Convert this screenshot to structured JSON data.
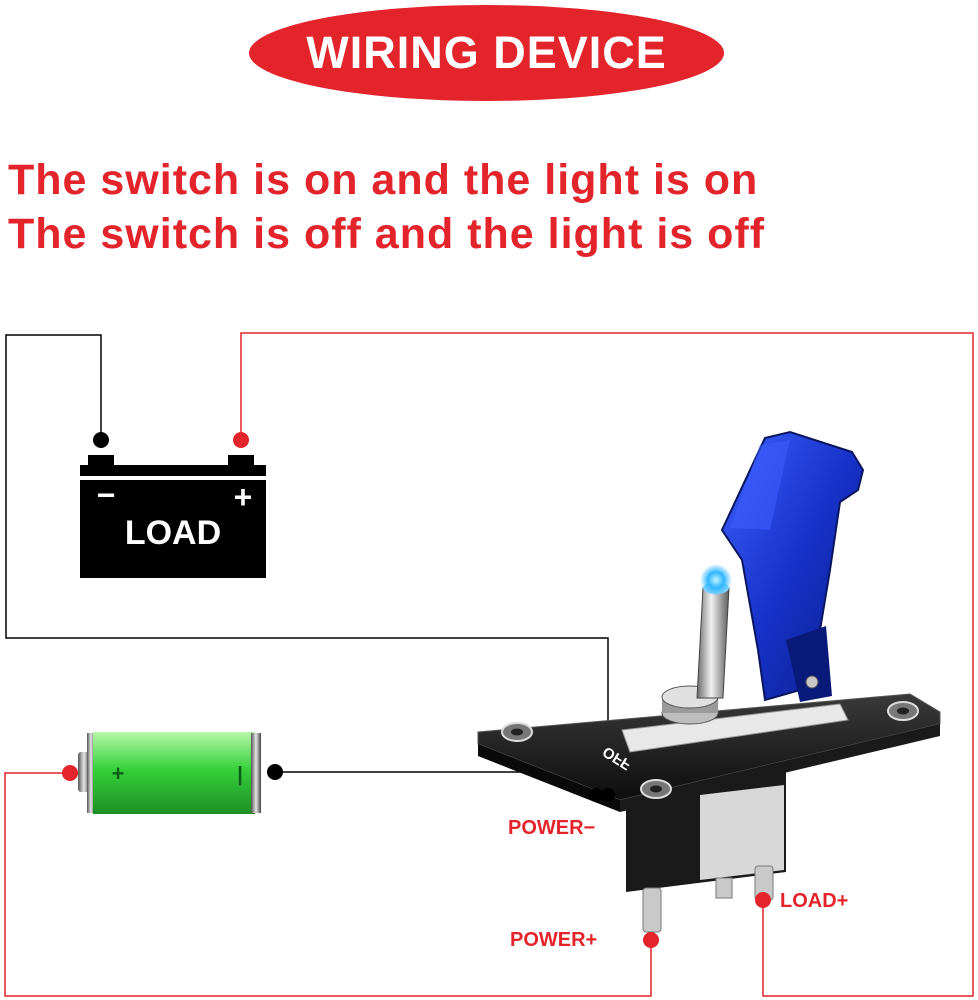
{
  "title": "WIRING DEVICE",
  "captions": [
    "The switch is on and the light is on",
    "The switch is off and the light is off"
  ],
  "load_battery": {
    "label": "LOAD",
    "minus": "−",
    "plus": "+"
  },
  "power_battery": {
    "plus": "+",
    "minus": "|"
  },
  "switch": {
    "off_label": "OFF"
  },
  "terminals": {
    "power_minus": "POWER−",
    "power_plus": "POWER+",
    "load_plus": "LOAD+"
  },
  "colors": {
    "accent_red": "#e3242b",
    "wire_red": "#e3242b",
    "wire_black": "#000000",
    "battery_green": "#33d63a",
    "cover_blue": "#1f3fd6"
  }
}
